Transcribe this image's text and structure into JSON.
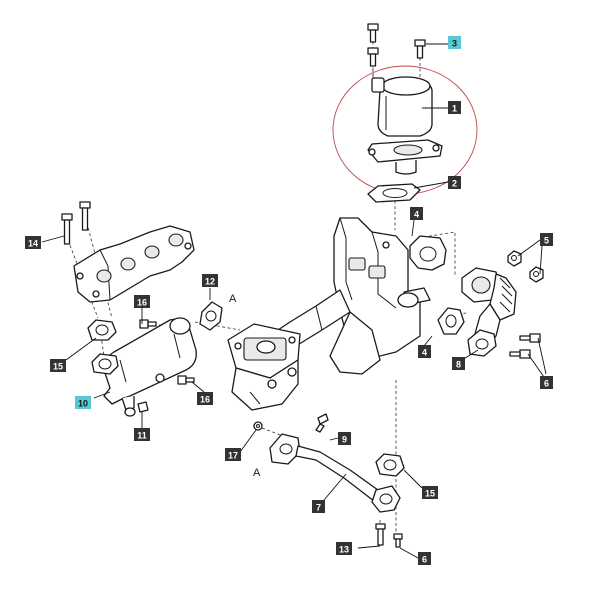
{
  "callouts": [
    {
      "id": "c1",
      "text": "1",
      "highlight": false
    },
    {
      "id": "c2",
      "text": "2",
      "highlight": false
    },
    {
      "id": "c3",
      "text": "3",
      "highlight": true
    },
    {
      "id": "c4a",
      "text": "4",
      "highlight": false
    },
    {
      "id": "c4b",
      "text": "4",
      "highlight": false
    },
    {
      "id": "c5",
      "text": "5",
      "highlight": false
    },
    {
      "id": "c6a",
      "text": "6",
      "highlight": false
    },
    {
      "id": "c6b",
      "text": "6",
      "highlight": false
    },
    {
      "id": "c7",
      "text": "7",
      "highlight": false
    },
    {
      "id": "c8",
      "text": "8",
      "highlight": false
    },
    {
      "id": "c9",
      "text": "9",
      "highlight": false
    },
    {
      "id": "c10",
      "text": "10",
      "highlight": true
    },
    {
      "id": "c11",
      "text": "11",
      "highlight": false
    },
    {
      "id": "c12",
      "text": "12",
      "highlight": false
    },
    {
      "id": "c13",
      "text": "13",
      "highlight": false
    },
    {
      "id": "c14",
      "text": "14",
      "highlight": false
    },
    {
      "id": "c15a",
      "text": "15",
      "highlight": false
    },
    {
      "id": "c15b",
      "text": "15",
      "highlight": false
    },
    {
      "id": "c16a",
      "text": "16",
      "highlight": false
    },
    {
      "id": "c16b",
      "text": "16",
      "highlight": false
    },
    {
      "id": "c17",
      "text": "17",
      "highlight": false
    }
  ],
  "connection_marks": {
    "upper": "A",
    "lower": "A"
  },
  "colors": {
    "callout_box": "#333333",
    "callout_highlight": "#5bc8d6",
    "callout_text_dark_bg": "#ffffff",
    "callout_text_highlight": "#1a1a1a",
    "detail_circle": "#c0464b"
  }
}
